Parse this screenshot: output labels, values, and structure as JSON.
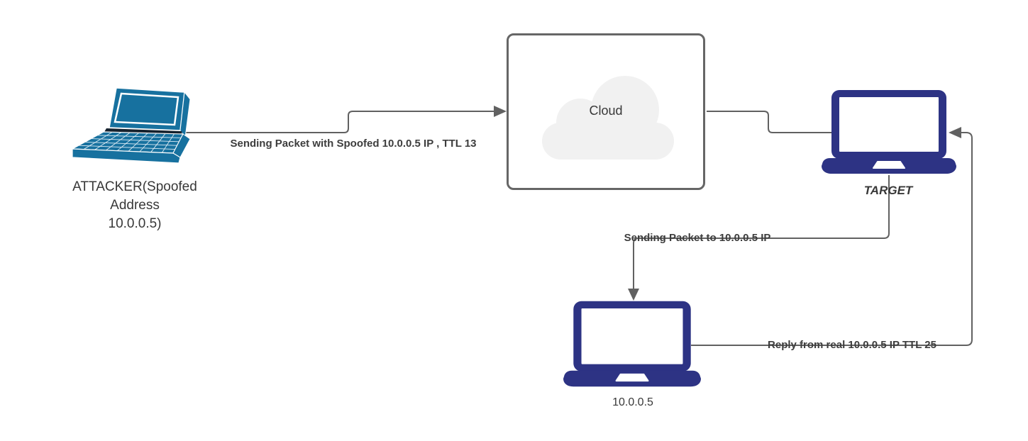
{
  "diagram": {
    "nodes": {
      "attacker": {
        "label": "ATTACKER(Spoofed Address 10.0.0.5)",
        "lines": [
          "ATTACKER(Spoofed",
          "Address",
          "10.0.0.5)"
        ]
      },
      "cloud": {
        "label": "Cloud"
      },
      "target": {
        "label": "TARGET"
      },
      "real_host": {
        "label": "10.0.0.5"
      }
    },
    "edges": [
      {
        "id": "attacker-to-cloud",
        "label": "Sending Packet with Spoofed 10.0.0.5 IP , TTL 13"
      },
      {
        "id": "cloud-to-target",
        "label": ""
      },
      {
        "id": "target-to-real-host",
        "label": "Sending Packet to 10.0.0.5 IP"
      },
      {
        "id": "real-host-to-target",
        "label": "Reply from real 10.0.0.5 IP TTL 25"
      }
    ],
    "colors": {
      "connector": "#616161",
      "edge_label_text": "#3d3d3d",
      "node_label_text": "#383838",
      "cloud_border": "#666666",
      "cloud_fill": "#f1f1f1",
      "attacker_laptop": "#17719f",
      "laptop_navy": "#2d3384"
    }
  }
}
